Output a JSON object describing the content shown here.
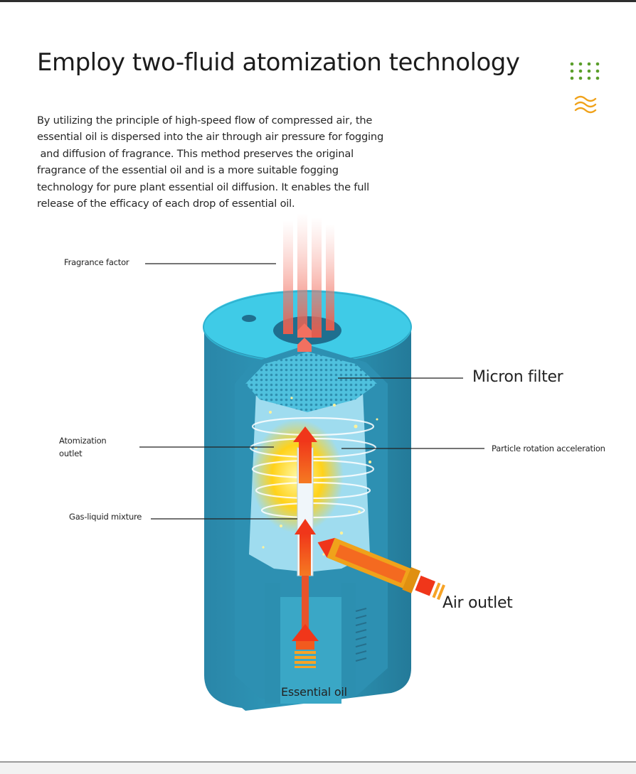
{
  "title": "Employ two-fluid atomization technology",
  "intro_lines": [
    "By utilizing the principle of high-speed flow of compressed air, the",
    "essential oil is dispersed into the air through air pressure for fogging",
    " and diffusion of fragrance. This method preserves the original",
    "fragrance of the essential oil and is a more suitable fogging",
    "technology for pure plant essential oil diffusion. It enables the full",
    "release of the efficacy of each drop of essential oil."
  ],
  "labels": {
    "fragrance_factor": "Fragrance factor",
    "micron_filter": "Micron filter",
    "atomization_outlet_line1": "Atomization",
    "atomization_outlet_line2": "outlet",
    "particle_rotation": "Particle rotation acceleration",
    "gas_liquid": "Gas-liquid mixture",
    "air_outlet": "Air outlet",
    "essential_oil": "Essential oil"
  },
  "colors": {
    "cylinder_top": "#3cc9e6",
    "cylinder_body": "#2b8fb0",
    "cylinder_inner": "#4fb3cf",
    "accent_green": "#5a9e2a",
    "accent_orange": "#f0a21a",
    "arrow_red": "#f03a1c"
  },
  "icons": {
    "dots": "dot-grid-icon",
    "wave": "wave-icon"
  }
}
